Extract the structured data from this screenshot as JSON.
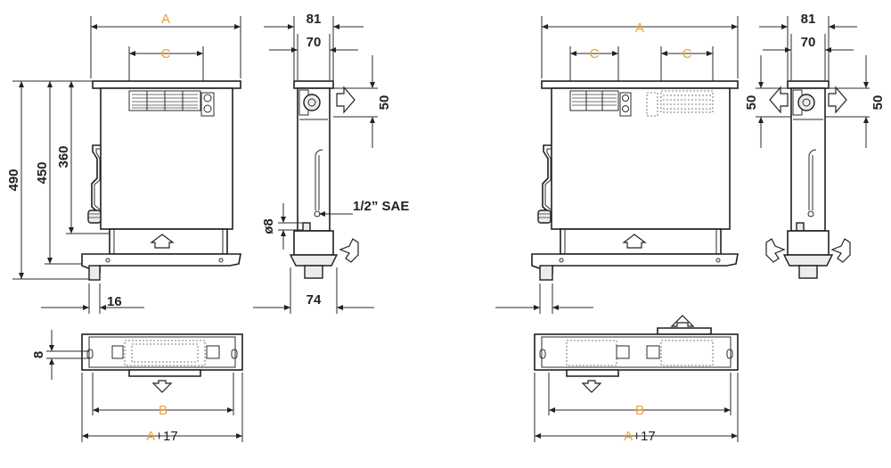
{
  "view_left": {
    "width_a": "A",
    "spacing_c": "C",
    "depth_81": "81",
    "depth_70": "70",
    "height_490": "490",
    "height_450": "450",
    "height_360": "360",
    "offset_50": "50",
    "thread_label": "1/2” SAE",
    "diameter_8": "ø8",
    "foot_16": "16",
    "drain_74": "74",
    "slot_8": "8",
    "width_b": "B",
    "total_a": "A",
    "total_plus": "+17"
  },
  "view_right": {
    "width_a": "A",
    "spacing_c_left": "C",
    "spacing_c_right": "C",
    "depth_81": "81",
    "depth_70": "70",
    "offset_50_left": "50",
    "offset_50_right": "50",
    "width_b": "B",
    "total_a": "A",
    "total_plus": "+17"
  }
}
